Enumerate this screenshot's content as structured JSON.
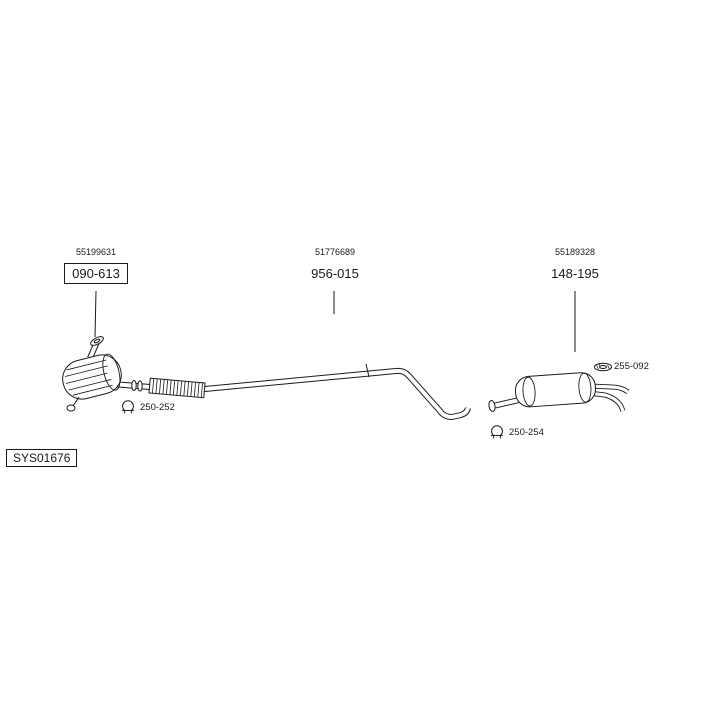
{
  "system_code": "SYS01676",
  "parts": [
    {
      "oe_ref": "55199631",
      "part_no": "090-613",
      "boxed": true,
      "component": "catalytic-converter"
    },
    {
      "oe_ref": "51776689",
      "part_no": "956-015",
      "boxed": false,
      "component": "center-pipe"
    },
    {
      "oe_ref": "55189328",
      "part_no": "148-195",
      "boxed": false,
      "component": "rear-muffler"
    }
  ],
  "fittings": [
    {
      "part_no": "250-252",
      "icon": "clamp-icon"
    },
    {
      "part_no": "255-092",
      "icon": "gasket-icon"
    },
    {
      "part_no": "250-254",
      "icon": "clamp-icon"
    }
  ],
  "colors": {
    "line": "#1a1a1a",
    "background": "#ffffff"
  }
}
